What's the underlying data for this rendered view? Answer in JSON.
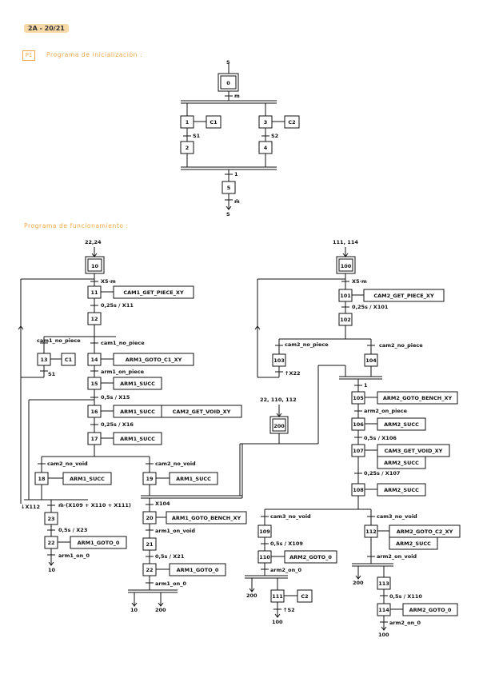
{
  "header": {
    "tag": "2A - 20/21"
  },
  "section1": {
    "number": "P1",
    "title": "Programa de inicialización :"
  },
  "section2": {
    "title": "Programa de funcionamiento :"
  },
  "init": {
    "steps": [
      "0",
      "1",
      "2",
      "3",
      "4",
      "5"
    ],
    "actions": [
      "C1",
      "C2"
    ],
    "transitions": [
      "m",
      "S1",
      "S2",
      "1",
      "m̄"
    ],
    "links": [
      "S",
      "S"
    ]
  },
  "arm1": {
    "entry": "22,24",
    "steps": [
      "10",
      "11",
      "12",
      "13",
      "14",
      "15",
      "16",
      "17",
      "18",
      "19",
      "20",
      "21",
      "22",
      "23",
      "22"
    ],
    "actions": [
      "CAM1_GET_PIECE_XY",
      "C1",
      "ARM1_GOTO_C1_XY",
      "ARM1_SUCC",
      "ARM1_SUCC",
      "CAM2_GET_VOID_XY",
      "ARM1_SUCC",
      "ARM1_SUCC",
      "ARM1_SUCC",
      "ARM1_GOTO_BENCH_XY",
      "ARM1_GOTO_0",
      "ARM1_GOTO_0"
    ],
    "transitions": [
      "X5·m",
      "0,25s / X11",
      "cam1_no_piece",
      "cam1_no_piece",
      "S1",
      "arm1_on_piece",
      "0,5s / X15",
      "0,25s / X16",
      "cam2_no_void",
      "cam2_no_void",
      "X104",
      "m̄·(X109 + X110 + X111)",
      "0,5s / X23",
      "arm1_on_0",
      "arm1_on_void",
      "0,5s / X21",
      "arm1_on_0",
      "↓X112"
    ],
    "exits": [
      "10",
      "10",
      "200"
    ]
  },
  "arm2": {
    "entry": "111, 114",
    "steps": [
      "100",
      "101",
      "102",
      "103",
      "104",
      "105",
      "106",
      "107",
      "108",
      "109",
      "110",
      "111",
      "112",
      "113",
      "114"
    ],
    "actions": [
      "CAM2_GET_PIECE_XY",
      "ARM2_GOTO_BENCH_XY",
      "ARM2_SUCC",
      "CAM3_GET_VOID_XY",
      "ARM2_SUCC",
      "ARM2_SUCC",
      "ARM2_GOTO_0",
      "C2",
      "ARM2_GOTO_C2_XY",
      "ARM2_SUCC",
      "ARM2_GOTO_0"
    ],
    "transitions": [
      "X5·m",
      "0,25s / X101",
      "cam2_no_piece",
      "cam2_no_piece",
      "↑X22",
      "1",
      "arm2_on_piece",
      "0,5s / X106",
      "0,25s / X107",
      "cam3_no_void",
      "cam3_no_void",
      "0,5s / X109",
      "arm2_on_0",
      "↑S2",
      "arm2_on_void",
      "0,5s / X110",
      "arm2_on_0"
    ],
    "exits": [
      "200",
      "100",
      "200",
      "100"
    ]
  },
  "sync": {
    "entry": "22, 110, 112",
    "step": "200"
  }
}
